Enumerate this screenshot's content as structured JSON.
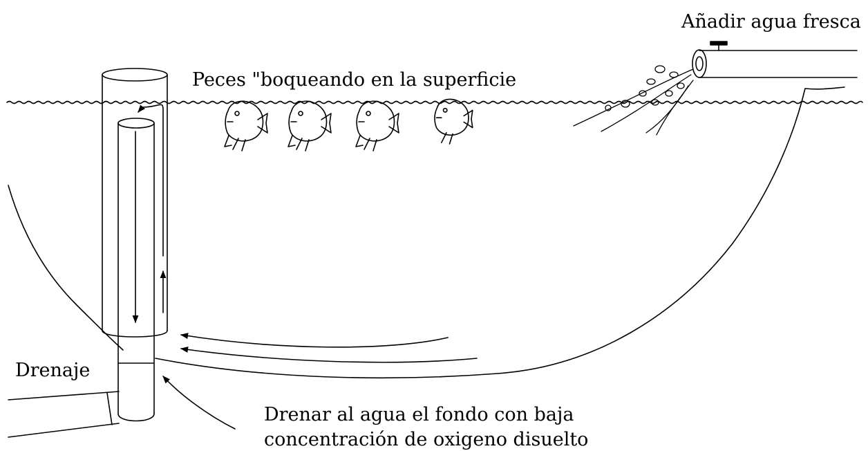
{
  "labels": {
    "fresh_water": "Añadir agua fresca",
    "gasping_fish": "Peces \"boqueando en la superficie",
    "drain": "Drenaje",
    "bottom_drain_line1": "Drenar al agua el fondo con baja",
    "bottom_drain_line2": "concentración de oxigeno disuelto"
  },
  "colors": {
    "ink": "#000000",
    "background": "#ffffff"
  }
}
